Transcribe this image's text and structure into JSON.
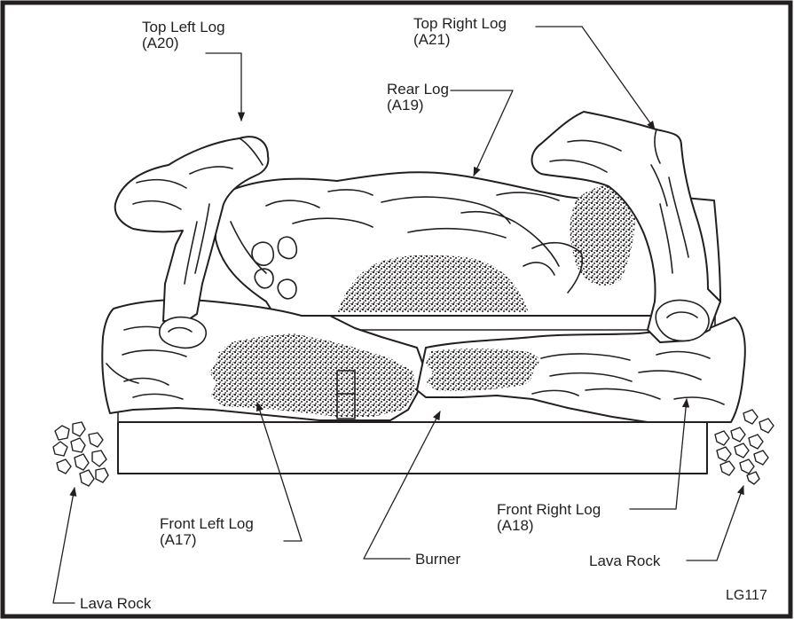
{
  "labels": {
    "top_left_log": {
      "name": "Top Left Log",
      "code": "(A20)"
    },
    "top_right_log": {
      "name": "Top Right Log",
      "code": "(A21)"
    },
    "rear_log": {
      "name": "Rear Log",
      "code": "(A19)"
    },
    "front_left_log": {
      "name": "Front Left Log",
      "code": "(A17)"
    },
    "front_right_log": {
      "name": "Front Right Log",
      "code": "(A18)"
    },
    "burner": "Burner",
    "lava_rock_left": "Lava Rock",
    "lava_rock_right": "Lava Rock"
  },
  "drawing_code": "LG117",
  "colors": {
    "line": "#231f20",
    "background": "#ffffff",
    "texture": "#231f20"
  }
}
